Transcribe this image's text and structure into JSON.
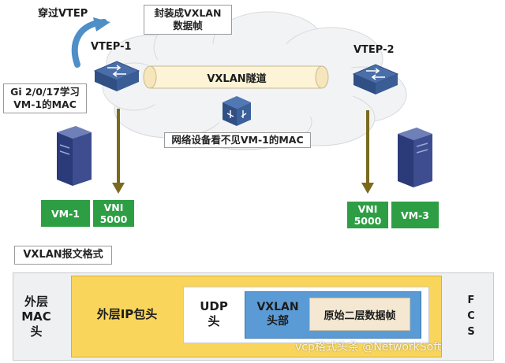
{
  "top": {
    "cross_vtep": "穿过VTEP",
    "encap_line1": "封装成VXLAN",
    "encap_line2": "数据帧",
    "vtep1": "VTEP-1",
    "vtep2": "VTEP-2",
    "learn_line1": "Gi 2/0/17学习",
    "learn_line2": "VM-1的MAC",
    "tunnel": "VXLAN隧道",
    "network_note": "网络设备看不见VM-1的MAC",
    "vm1": "VM-1",
    "vni_left_1": "VNI",
    "vni_left_2": "5000",
    "vni_right_1": "VNI",
    "vni_right_2": "5000",
    "vm3": "VM-3"
  },
  "format": {
    "title": "VXLAN报文格式",
    "outer_mac_1": "外层",
    "outer_mac_2": "MAC",
    "outer_mac_3": "头",
    "outer_ip": "外层IP包头",
    "udp_1": "UDP",
    "udp_2": "头",
    "vxlan_1": "VXLAN",
    "vxlan_2": "头部",
    "inner_frame": "原始二层数据帧",
    "fcs_1": "F",
    "fcs_2": "C",
    "fcs_3": "S"
  },
  "watermark": "vcp格式头条 @NetworkSoft",
  "colors": {
    "yellow": "#f9d55b",
    "blue": "#5b9bd5",
    "green": "#2e9e45",
    "tunnel": "#fdf3d6",
    "gray_panel": "#eef0f1",
    "inner_frame": "#f4e8d2"
  }
}
